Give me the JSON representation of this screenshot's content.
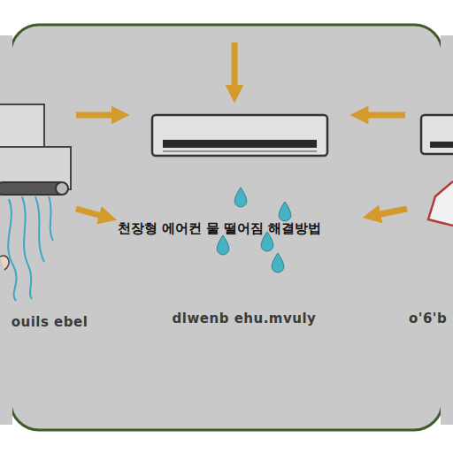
{
  "diagram": {
    "title": "천장형 에어컨 물 떨어짐 해결방법",
    "labels": [
      "ouils ebel",
      "dlwenb ehu.mvuly",
      "o'6'b"
    ]
  }
}
